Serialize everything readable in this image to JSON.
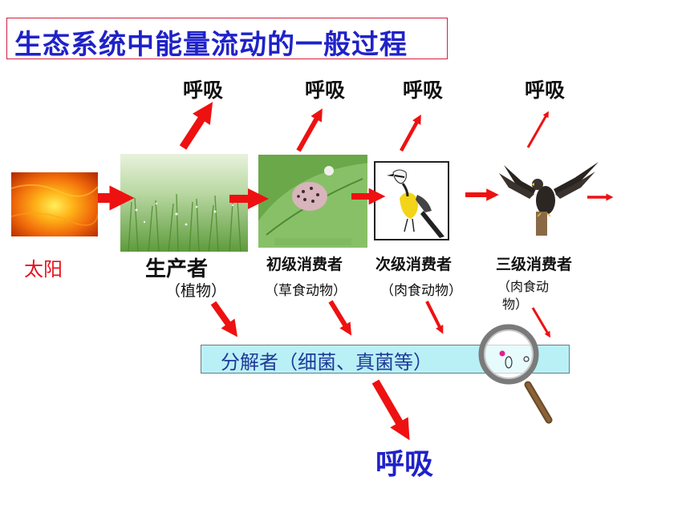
{
  "title": "生态系统中能量流动的一般过程",
  "respiration_label": "呼吸",
  "bottom_respiration": "呼吸",
  "sun": {
    "label": "太阳"
  },
  "producer": {
    "label": "生产者",
    "sub": "（植物）"
  },
  "primary": {
    "label": "初级消费者",
    "sub": "（草食动物）"
  },
  "secondary": {
    "label": "次级消费者",
    "sub": "（肉食动物）"
  },
  "tertiary": {
    "label": "三级消费者",
    "sub_line1": "（肉食动",
    "sub_line2": "物）"
  },
  "decomposer": {
    "label": "分解者（细菌、真菌等）"
  },
  "colors": {
    "title": "#1f22c8",
    "arrow": "#ee1111",
    "sun_label": "#e8101e",
    "decomposer_bg": "#b9f0f6"
  }
}
